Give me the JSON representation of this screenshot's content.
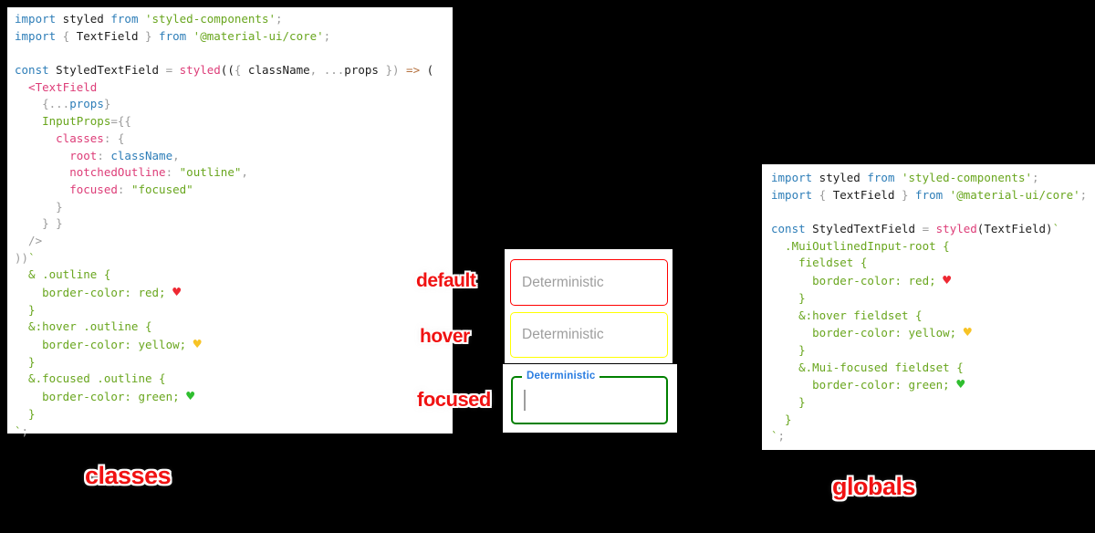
{
  "canvas": {
    "background": "#000000"
  },
  "syntax_colors": {
    "keyword_blue": "#2e7eb8",
    "plain_black": "#1d1d1d",
    "punctuation_gray": "#9b9b9b",
    "string_green": "#69a61e",
    "component_pink": "#dd3d78",
    "arrow_brown": "#b5713f"
  },
  "heart_colors": {
    "red": "#ee2832",
    "yellow": "#f7c325",
    "green": "#2fbe2f"
  },
  "labels": {
    "default": "default",
    "hover": "hover",
    "focused": "focused",
    "classes": "classes",
    "globals": "globals",
    "label_color": "#f01212"
  },
  "textfields": {
    "default": {
      "placeholder": "Deterministic",
      "border_color": "#ff0000"
    },
    "hover": {
      "placeholder": "Deterministic",
      "border_color": "#ffff00"
    },
    "focused": {
      "floating_label": "Deterministic",
      "border_color": "#008000",
      "floating_label_color": "#2a7de1"
    }
  },
  "code_classes": {
    "lines": [
      [
        {
          "c": "blue",
          "t": "import"
        },
        {
          "c": "black",
          "t": " styled "
        },
        {
          "c": "blue",
          "t": "from"
        },
        {
          "c": "green",
          "t": " 'styled-components'"
        },
        {
          "c": "gray",
          "t": ";"
        }
      ],
      [
        {
          "c": "blue",
          "t": "import"
        },
        {
          "c": "gray",
          "t": " { "
        },
        {
          "c": "black",
          "t": "TextField"
        },
        {
          "c": "gray",
          "t": " } "
        },
        {
          "c": "blue",
          "t": "from"
        },
        {
          "c": "green",
          "t": " '@material-ui/core'"
        },
        {
          "c": "gray",
          "t": ";"
        }
      ],
      [],
      [
        {
          "c": "blue",
          "t": "const"
        },
        {
          "c": "black",
          "t": " StyledTextField "
        },
        {
          "c": "gray",
          "t": "= "
        },
        {
          "c": "pink",
          "t": "styled"
        },
        {
          "c": "black",
          "t": "(("
        },
        {
          "c": "gray",
          "t": "{ "
        },
        {
          "c": "black",
          "t": "className"
        },
        {
          "c": "gray",
          "t": ", ..."
        },
        {
          "c": "black",
          "t": "props"
        },
        {
          "c": "gray",
          "t": " })"
        },
        {
          "c": "brown",
          "t": " =>"
        },
        {
          "c": "black",
          "t": " ("
        }
      ],
      [
        {
          "c": "pink",
          "t": "  <TextField"
        }
      ],
      [
        {
          "c": "gray",
          "t": "    {..."
        },
        {
          "c": "blue",
          "t": "props"
        },
        {
          "c": "gray",
          "t": "}"
        }
      ],
      [
        {
          "c": "green",
          "t": "    InputProps"
        },
        {
          "c": "gray",
          "t": "={{"
        }
      ],
      [
        {
          "c": "pink",
          "t": "      classes"
        },
        {
          "c": "gray",
          "t": ": {"
        }
      ],
      [
        {
          "c": "pink",
          "t": "        root"
        },
        {
          "c": "gray",
          "t": ": "
        },
        {
          "c": "blue",
          "t": "className"
        },
        {
          "c": "gray",
          "t": ","
        }
      ],
      [
        {
          "c": "pink",
          "t": "        notchedOutline"
        },
        {
          "c": "gray",
          "t": ": "
        },
        {
          "c": "green",
          "t": "\"outline\""
        },
        {
          "c": "gray",
          "t": ","
        }
      ],
      [
        {
          "c": "pink",
          "t": "        focused"
        },
        {
          "c": "gray",
          "t": ": "
        },
        {
          "c": "green",
          "t": "\"focused\""
        }
      ],
      [
        {
          "c": "gray",
          "t": "      }"
        }
      ],
      [
        {
          "c": "gray",
          "t": "    } }"
        }
      ],
      [
        {
          "c": "gray",
          "t": "  />"
        }
      ],
      [
        {
          "c": "gray",
          "t": "))"
        },
        {
          "c": "green",
          "t": "`"
        }
      ],
      [
        {
          "c": "green",
          "t": "  & .outline {"
        }
      ],
      [
        {
          "c": "green",
          "t": "    border-color: red; "
        },
        {
          "c": "heart-red",
          "t": "♥"
        }
      ],
      [
        {
          "c": "green",
          "t": "  }"
        }
      ],
      [
        {
          "c": "green",
          "t": "  &:hover .outline {"
        }
      ],
      [
        {
          "c": "green",
          "t": "    border-color: yellow; "
        },
        {
          "c": "heart-yellow",
          "t": "♥"
        }
      ],
      [
        {
          "c": "green",
          "t": "  }"
        }
      ],
      [
        {
          "c": "green",
          "t": "  &.focused .outline {"
        }
      ],
      [
        {
          "c": "green",
          "t": "    border-color: green; "
        },
        {
          "c": "heart-green",
          "t": "♥"
        }
      ],
      [
        {
          "c": "green",
          "t": "  }"
        }
      ],
      [
        {
          "c": "green",
          "t": "`"
        },
        {
          "c": "gray",
          "t": ";"
        }
      ]
    ]
  },
  "code_globals": {
    "lines": [
      [
        {
          "c": "blue",
          "t": "import"
        },
        {
          "c": "black",
          "t": " styled "
        },
        {
          "c": "blue",
          "t": "from"
        },
        {
          "c": "green",
          "t": " 'styled-components'"
        },
        {
          "c": "gray",
          "t": ";"
        }
      ],
      [
        {
          "c": "blue",
          "t": "import"
        },
        {
          "c": "gray",
          "t": " { "
        },
        {
          "c": "black",
          "t": "TextField"
        },
        {
          "c": "gray",
          "t": " } "
        },
        {
          "c": "blue",
          "t": "from"
        },
        {
          "c": "green",
          "t": " '@material-ui/core'"
        },
        {
          "c": "gray",
          "t": ";"
        }
      ],
      [],
      [
        {
          "c": "blue",
          "t": "const"
        },
        {
          "c": "black",
          "t": " StyledTextField "
        },
        {
          "c": "gray",
          "t": "= "
        },
        {
          "c": "pink",
          "t": "styled"
        },
        {
          "c": "black",
          "t": "(TextField)"
        },
        {
          "c": "green",
          "t": "`"
        }
      ],
      [
        {
          "c": "green",
          "t": "  .MuiOutlinedInput-root {"
        }
      ],
      [
        {
          "c": "green",
          "t": "    fieldset {"
        }
      ],
      [
        {
          "c": "green",
          "t": "      border-color: red; "
        },
        {
          "c": "heart-red",
          "t": "♥"
        }
      ],
      [
        {
          "c": "green",
          "t": "    }"
        }
      ],
      [
        {
          "c": "green",
          "t": "    &:hover fieldset {"
        }
      ],
      [
        {
          "c": "green",
          "t": "      border-color: yellow; "
        },
        {
          "c": "heart-yellow",
          "t": "♥"
        }
      ],
      [
        {
          "c": "green",
          "t": "    }"
        }
      ],
      [
        {
          "c": "green",
          "t": "    &.Mui-focused fieldset {"
        }
      ],
      [
        {
          "c": "green",
          "t": "      border-color: green; "
        },
        {
          "c": "heart-green",
          "t": "♥"
        }
      ],
      [
        {
          "c": "green",
          "t": "    }"
        }
      ],
      [
        {
          "c": "green",
          "t": "  }"
        }
      ],
      [
        {
          "c": "green",
          "t": "`"
        },
        {
          "c": "gray",
          "t": ";"
        }
      ]
    ]
  }
}
